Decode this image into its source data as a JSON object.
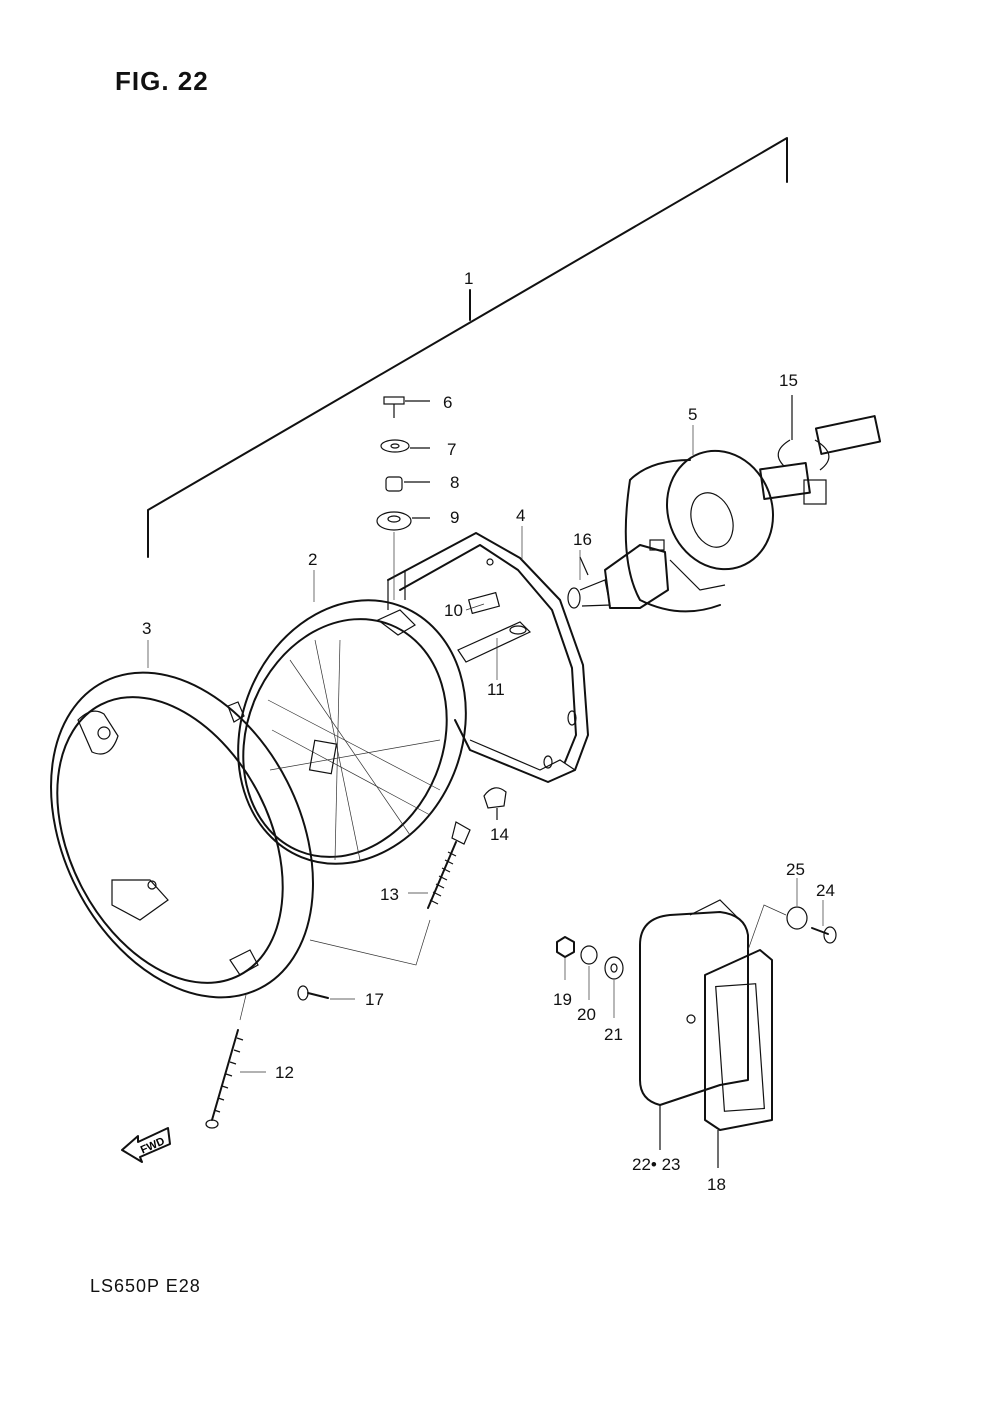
{
  "figure": {
    "title": "FIG. 22",
    "model_code": "LS650P E28",
    "fwd_label": "FWD"
  },
  "callouts": [
    {
      "id": "c1",
      "text": "1"
    },
    {
      "id": "c2",
      "text": "2"
    },
    {
      "id": "c3",
      "text": "3"
    },
    {
      "id": "c4",
      "text": "4"
    },
    {
      "id": "c5",
      "text": "5"
    },
    {
      "id": "c6",
      "text": "6"
    },
    {
      "id": "c7",
      "text": "7"
    },
    {
      "id": "c8",
      "text": "8"
    },
    {
      "id": "c9",
      "text": "9"
    },
    {
      "id": "c10",
      "text": "10"
    },
    {
      "id": "c11",
      "text": "11"
    },
    {
      "id": "c12",
      "text": "12"
    },
    {
      "id": "c13",
      "text": "13"
    },
    {
      "id": "c14",
      "text": "14"
    },
    {
      "id": "c15",
      "text": "15"
    },
    {
      "id": "c16",
      "text": "16"
    },
    {
      "id": "c17",
      "text": "17"
    },
    {
      "id": "c18",
      "text": "18"
    },
    {
      "id": "c19",
      "text": "19"
    },
    {
      "id": "c20",
      "text": "20"
    },
    {
      "id": "c21",
      "text": "21"
    },
    {
      "id": "c2223",
      "text": "22• 23"
    },
    {
      "id": "c24",
      "text": "24"
    },
    {
      "id": "c25",
      "text": "25"
    }
  ]
}
